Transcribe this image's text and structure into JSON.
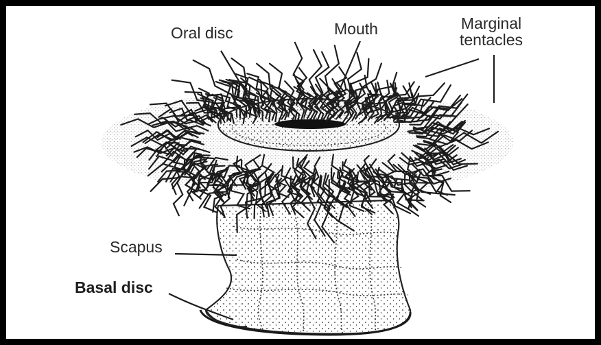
{
  "labels": {
    "oral_disc": "Oral disc",
    "mouth": "Mouth",
    "marginal_tentacles_line1": "Marginal",
    "marginal_tentacles_line2": "tentacles",
    "scapus": "Scapus",
    "basal_disc": "Basal disc"
  },
  "colors": {
    "frame": "#000000",
    "ink": "#1c1c1c",
    "background": "#ffffff"
  }
}
